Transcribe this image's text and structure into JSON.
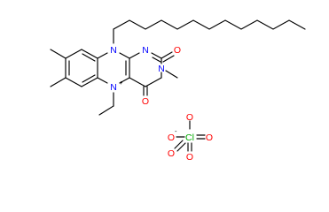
{
  "colors": {
    "bond": "#000000",
    "nitrogen": "#0000ff",
    "oxygen": "#ff0000",
    "chlorine": "#00aa00"
  },
  "cation": {
    "n10": "N",
    "n1": "N",
    "o2": "O",
    "n3": "N",
    "o4": "O",
    "n5": "N",
    "n5_charge": "+"
  },
  "anion": {
    "cl": "Cl",
    "o_top": "O",
    "o_minus": "O",
    "o_minus_charge": "-",
    "o_right": "O",
    "o_bottom": "O",
    "o_left": "O"
  }
}
